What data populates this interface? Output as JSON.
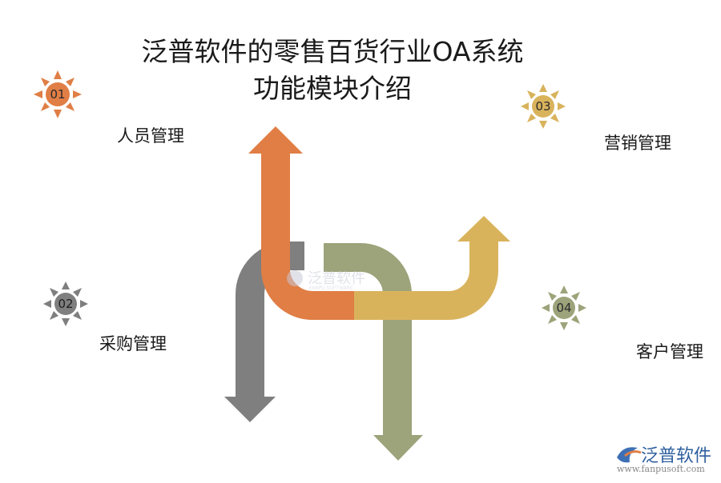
{
  "title": {
    "line1": "泛普软件的零售百货行业OA系统",
    "line2": "功能模块介绍"
  },
  "modules": [
    {
      "num": "01",
      "label": "人员管理",
      "color": "#E07E45"
    },
    {
      "num": "02",
      "label": "采购管理",
      "color": "#7F7F7F"
    },
    {
      "num": "03",
      "label": "营销管理",
      "color": "#D9B35C"
    },
    {
      "num": "04",
      "label": "客户管理",
      "color": "#9DA37A"
    }
  ],
  "watermark": {
    "center_brand": "泛普软件",
    "center_sub": "FANPU SOFTWARE",
    "corner_brand": "泛普软件",
    "corner_url": "www.fanpusoft.com"
  }
}
